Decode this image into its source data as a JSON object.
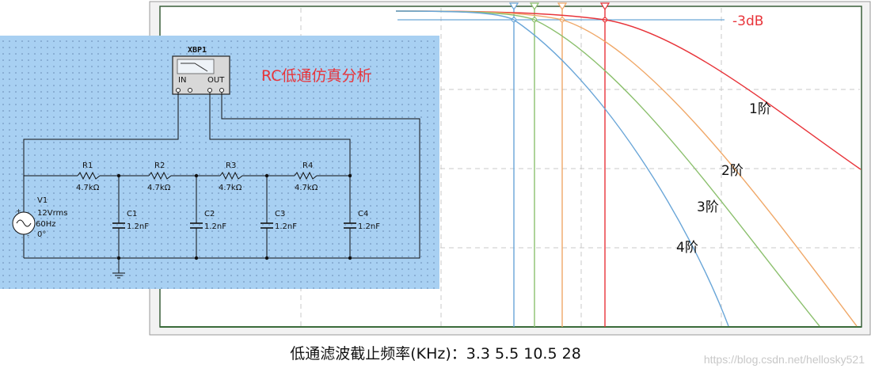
{
  "plot": {
    "threshold_label": "-3dB",
    "order_labels": [
      "1阶",
      "2阶",
      "3阶",
      "4阶"
    ],
    "colors": {
      "o1": "#e8343a",
      "o2": "#f0a868",
      "o3": "#8cc06e",
      "o4": "#6aa6d8",
      "threshold": "#6aa6d8"
    }
  },
  "schematic": {
    "title": "RC低通仿真分析",
    "instrument": {
      "name": "XBP1",
      "in_label": "IN",
      "out_label": "OUT"
    },
    "source": {
      "name": "V1",
      "voltage": "12Vrms",
      "freq": "60Hz",
      "phase": "0°"
    },
    "resistors": [
      {
        "name": "R1",
        "value": "4.7kΩ"
      },
      {
        "name": "R2",
        "value": "4.7kΩ"
      },
      {
        "name": "R3",
        "value": "4.7kΩ"
      },
      {
        "name": "R4",
        "value": "4.7kΩ"
      }
    ],
    "capacitors": [
      {
        "name": "C1",
        "value": "1.2nF"
      },
      {
        "name": "C2",
        "value": "1.2nF"
      },
      {
        "name": "C3",
        "value": "1.2nF"
      },
      {
        "name": "C4",
        "value": "1.2nF"
      }
    ]
  },
  "caption": "低通滤波截止频率(KHz)：3.3  5.5  10.5  28",
  "watermark": "https://blog.csdn.net/hellosky521"
}
